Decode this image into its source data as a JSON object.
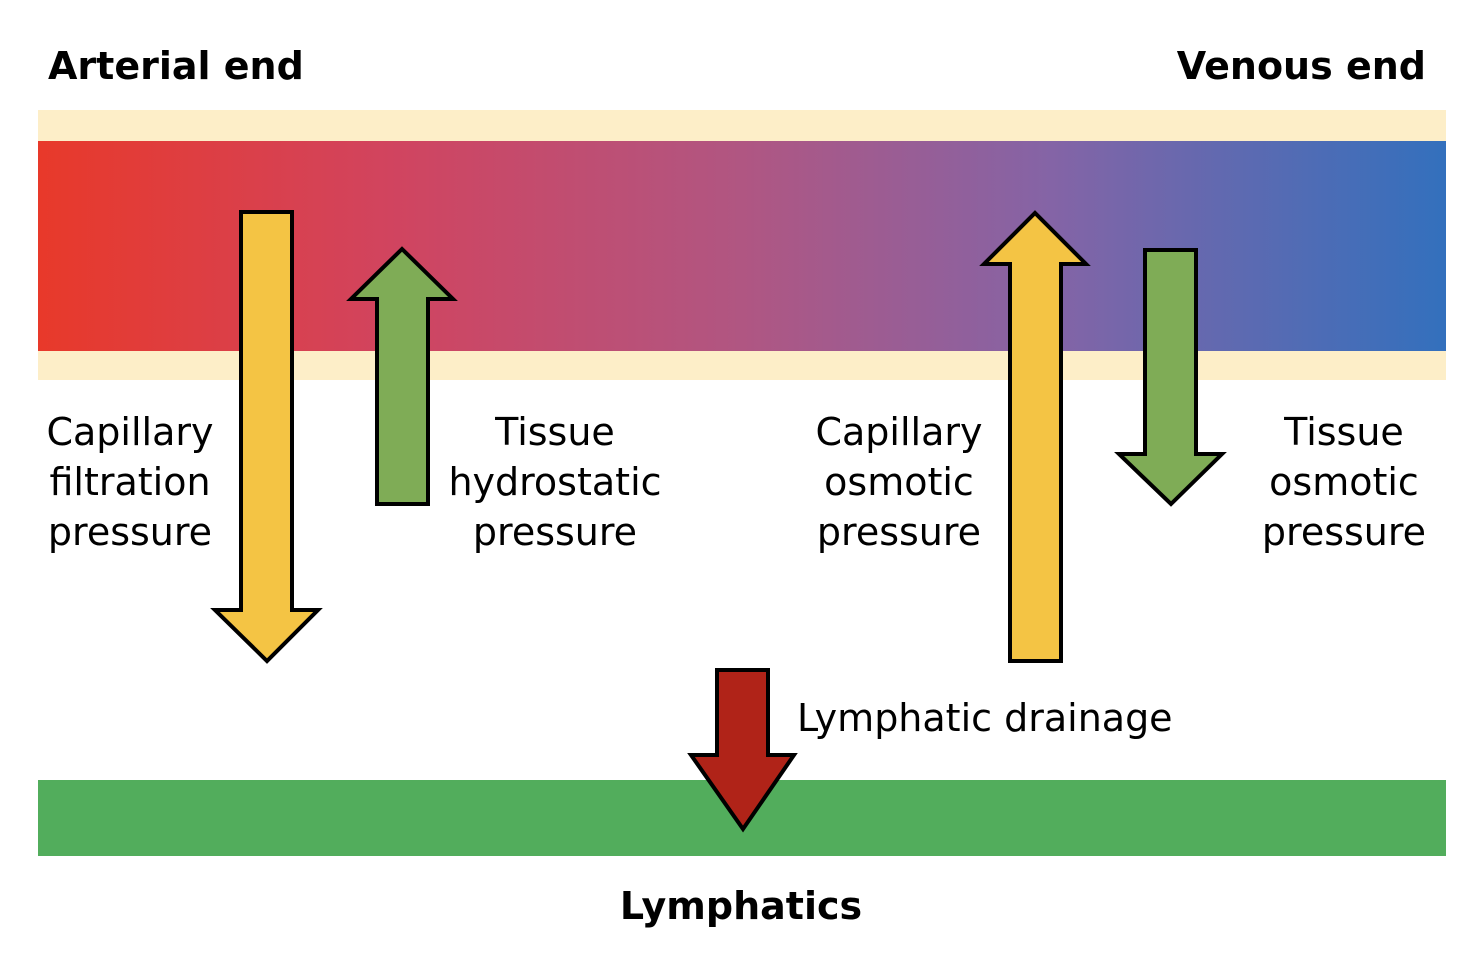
{
  "labels": {
    "arterial_end": "Arterial end",
    "venous_end": "Venous end",
    "capillary_filtration": [
      "Capillary",
      "filtration",
      "pressure"
    ],
    "tissue_hydrostatic": [
      "Tissue",
      "hydrostatic",
      "pressure"
    ],
    "capillary_osmotic": [
      "Capillary",
      "osmotic",
      "pressure"
    ],
    "tissue_osmotic": [
      "Tissue",
      "osmotic",
      "pressure"
    ],
    "lymphatic_drainage": "Lymphatic drainage",
    "lymphatics": "Lymphatics"
  },
  "colors": {
    "capillary_gradient": [
      "#e8392a",
      "#d1445f",
      "#b05682",
      "#8464a6",
      "#3370bd"
    ],
    "capillary_wall": "#fdeec8",
    "lymphatic_vessel": "#52ad5c",
    "filtration_arrow": "#f4c444",
    "tissue_arrow": "#7fac56",
    "drainage_arrow": "#b02318",
    "arrow_outline": "#000000"
  },
  "arrows": {
    "capillary_filtration": "down",
    "tissue_hydrostatic": "up",
    "capillary_osmotic": "up",
    "tissue_osmotic": "down",
    "lymphatic_drainage": "down"
  }
}
